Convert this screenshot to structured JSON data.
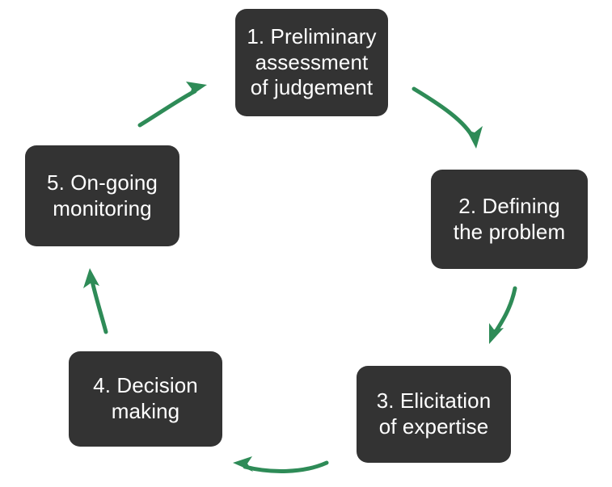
{
  "diagram": {
    "type": "cycle",
    "title": "",
    "background_color": "#ffffff",
    "box_color": "#333333",
    "box_text_color": "#ffffff",
    "arrow_color": "#2e8b57",
    "direction": "clockwise",
    "steps": [
      {
        "id": 1,
        "label": "1. Preliminary\nassessment\nof judgement"
      },
      {
        "id": 2,
        "label": "2. Defining\nthe problem"
      },
      {
        "id": 3,
        "label": "3. Elicitation\nof expertise"
      },
      {
        "id": 4,
        "label": "4. Decision\nmaking"
      },
      {
        "id": 5,
        "label": "5. On-going\nmonitoring"
      }
    ],
    "arrows": [
      {
        "id": "arrow-1-to-2",
        "from": 1,
        "to": 2
      },
      {
        "id": "arrow-2-to-3",
        "from": 2,
        "to": 3
      },
      {
        "id": "arrow-3-to-4",
        "from": 3,
        "to": 4
      },
      {
        "id": "arrow-4-to-5",
        "from": 4,
        "to": 5
      },
      {
        "id": "arrow-5-to-1",
        "from": 5,
        "to": 1
      }
    ]
  }
}
